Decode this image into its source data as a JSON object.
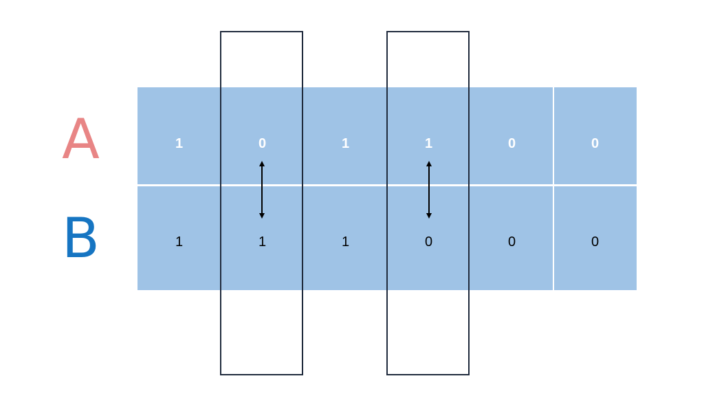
{
  "rows": [
    {
      "label": "A",
      "color": "#e88585",
      "values": [
        "1",
        "0",
        "1",
        "1",
        "0",
        "0"
      ]
    },
    {
      "label": "B",
      "color": "#1675c2",
      "values": [
        "1",
        "1",
        "1",
        "0",
        "0",
        "0"
      ]
    }
  ],
  "highlighted_columns": [
    2,
    4
  ],
  "colors": {
    "grid_fill": "#9fc3e6",
    "box_border": "#1f2a3c",
    "arrow": "#000000"
  }
}
